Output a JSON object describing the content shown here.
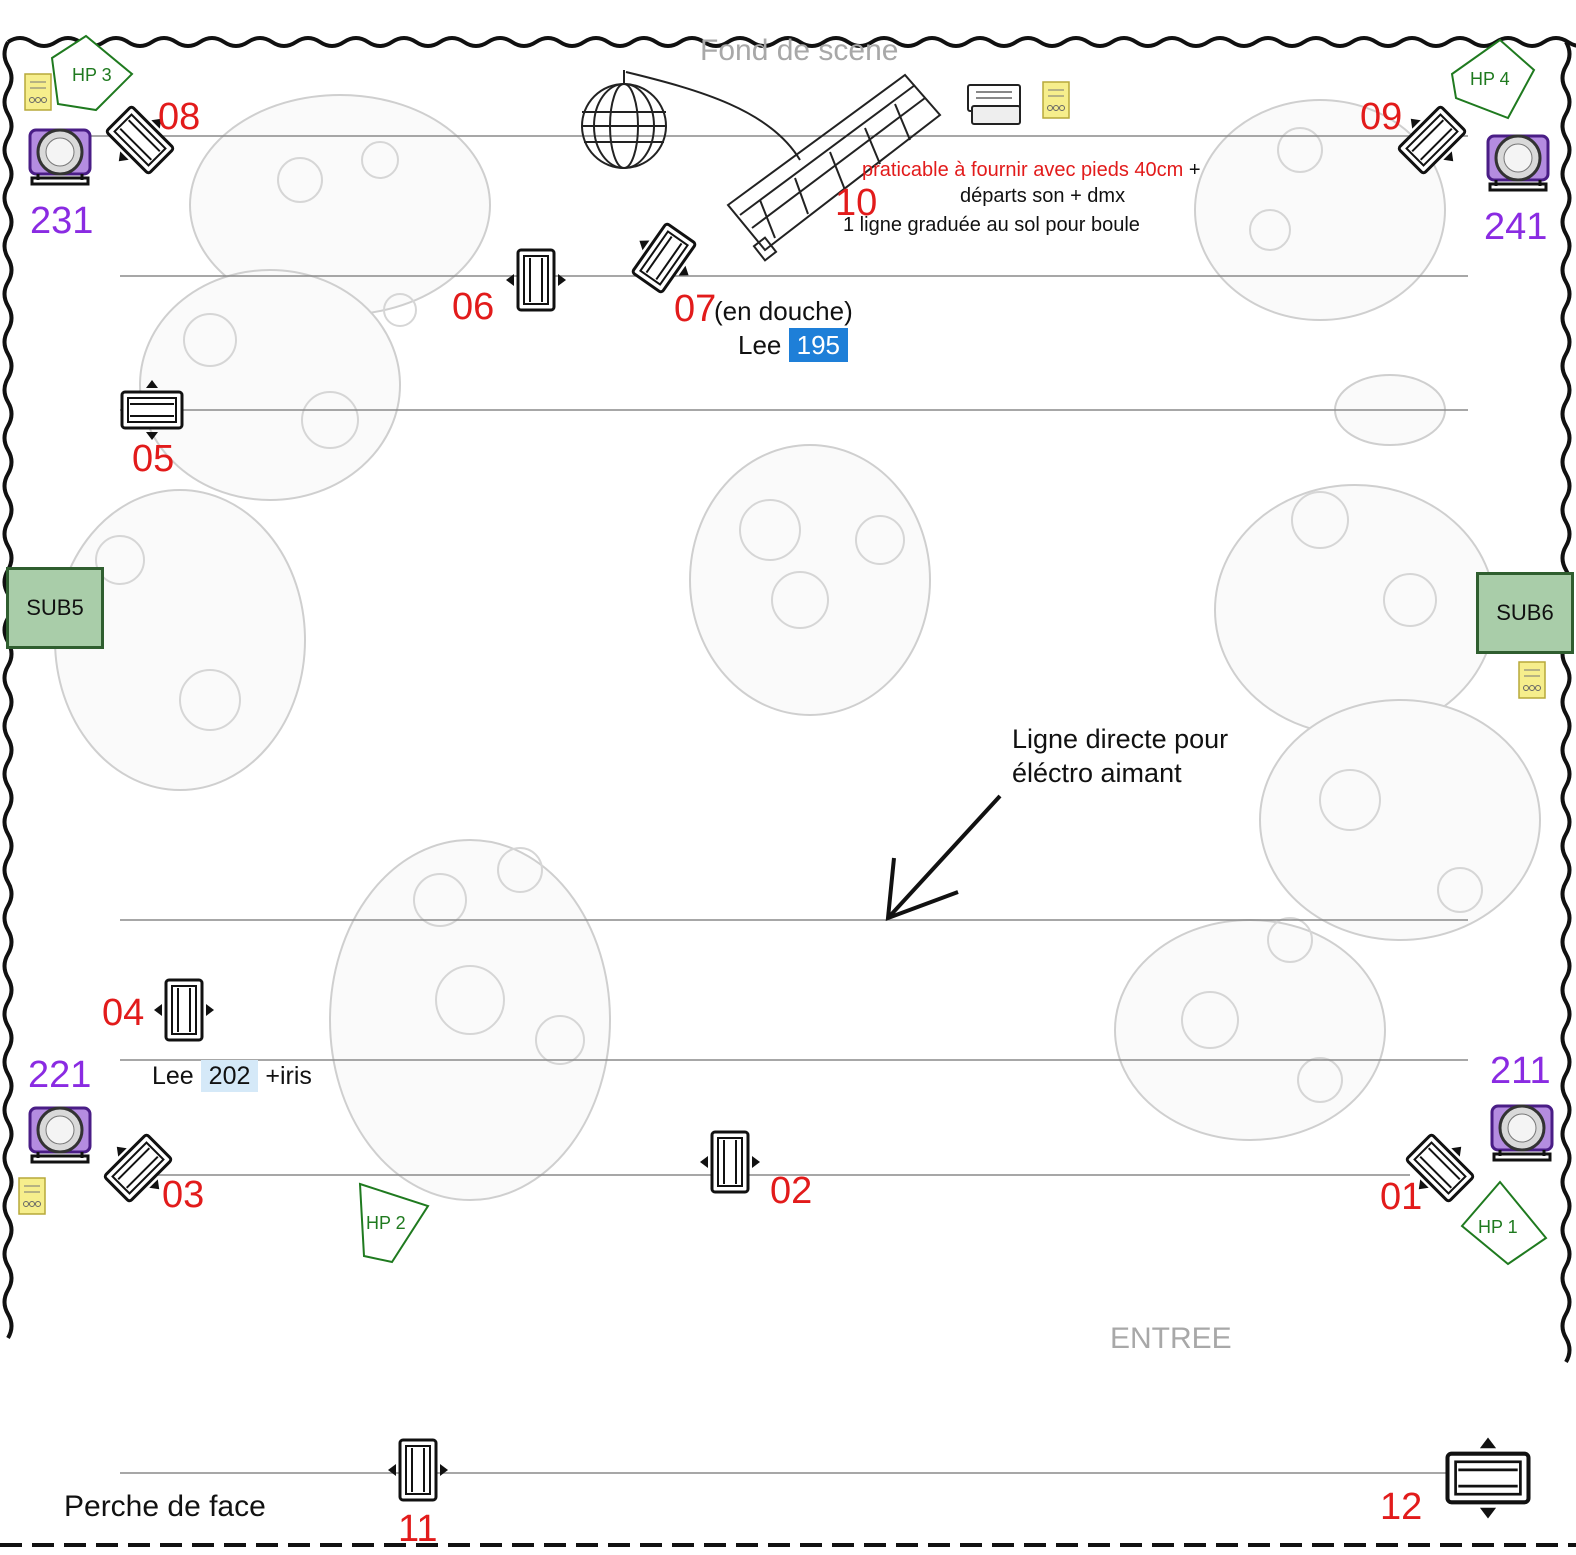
{
  "plan": {
    "backstage_label": "Fond de scene",
    "entrance_label": "ENTREE",
    "front_batten_label": "Perche de face",
    "direct_line_note_1": "Ligne directe pour",
    "direct_line_note_2": "éléctro aimant",
    "riser_note_red": "praticable à fournir avec pieds 40cm",
    "riser_note_plus": "+",
    "riser_note_2": "départs son + dmx",
    "riser_note_3": "1 ligne graduée au sol pour boule"
  },
  "fixtures": {
    "f01": "01",
    "f02": "02",
    "f03": "03",
    "f04": "04",
    "f05": "05",
    "f06": "06",
    "f07": "07",
    "f07_note": "(en douche)",
    "f08": "08",
    "f09": "09",
    "f10": "10",
    "f11": "11",
    "f12": "12"
  },
  "gels": {
    "g07_brand": "Lee",
    "g07_code": "195",
    "g04_brand": "Lee",
    "g04_code": "202",
    "g04_extra": "+iris"
  },
  "movingheads": {
    "m231": "231",
    "m241": "241",
    "m221": "221",
    "m211": "211"
  },
  "speakers": {
    "hp1": "HP 1",
    "hp2": "HP 2",
    "hp3": "HP 3",
    "hp4": "HP 4",
    "sub5": "SUB5",
    "sub6": "SUB6"
  },
  "colors": {
    "fixture_number": "#e21b1b",
    "moving_head": "#8a2be2",
    "speaker": "#1f7a1f",
    "gel_195": "#1e7fd8"
  }
}
